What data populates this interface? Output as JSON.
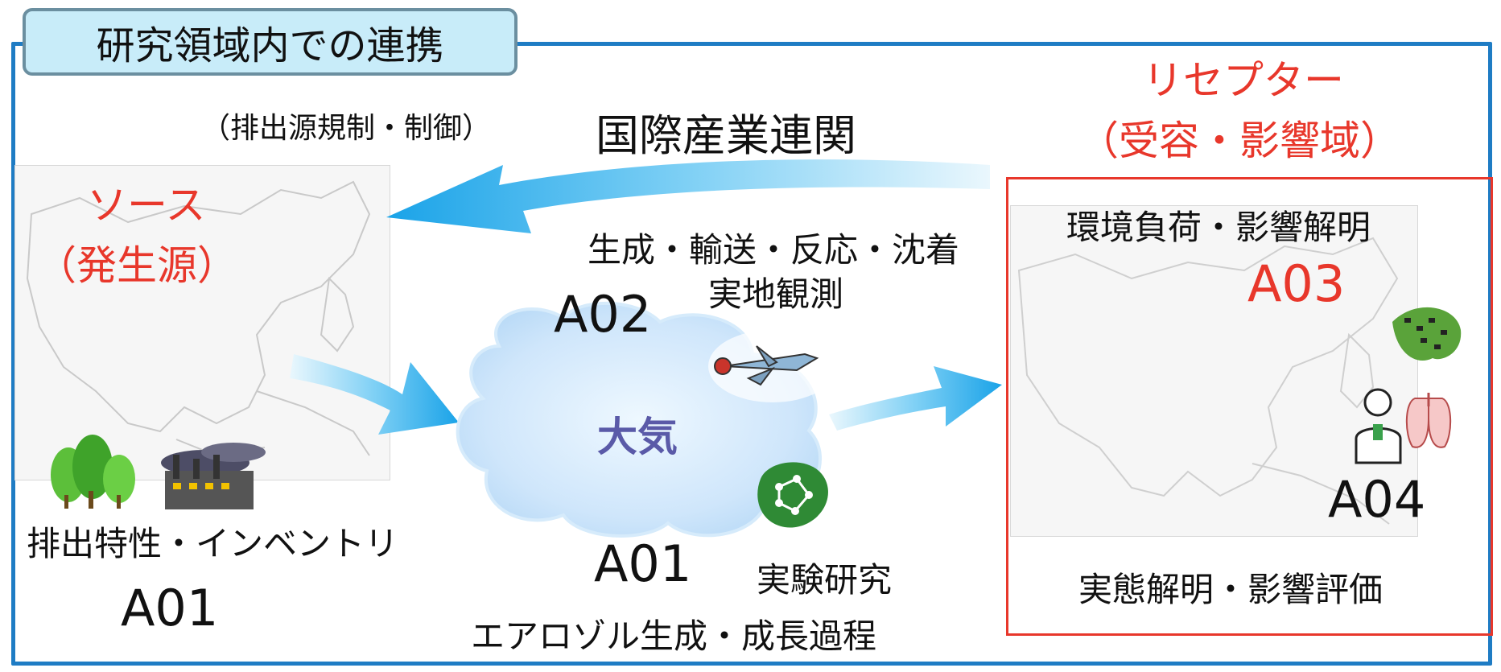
{
  "title": "研究領域内での連携",
  "source": {
    "control_note": "（排出源規制・制御）",
    "heading_line1": "ソース",
    "heading_line2": "（発生源）",
    "subtitle": "排出特性・インベントリ",
    "code": "A01"
  },
  "link": {
    "label": "国際産業連関"
  },
  "atmosphere": {
    "label": "大気",
    "obs_line1": "生成・輸送・反応・沈着",
    "obs_line2": "実地観測",
    "code_top": "A02",
    "code_bottom": "A01",
    "lab_label": "実験研究",
    "process_label": "エアロゾル生成・成長過程"
  },
  "receptor": {
    "heading_line1": "リセプター",
    "heading_line2": "（受容・影響域）",
    "sub_top": "環境負荷・影響解明",
    "code_top": "A03",
    "code_bottom": "A04",
    "sub_bottom": "実態解明・影響評価"
  },
  "icons": [
    "forest-icon",
    "factory-icon",
    "airplane-icon",
    "molecule-icon",
    "leaf-icon",
    "doctor-icon",
    "lungs-icon"
  ],
  "colors": {
    "frame": "#1f7cc4",
    "title_bg": "#c8ecf9",
    "accent_red": "#e8372b",
    "atmosphere_text": "#5a5aa8",
    "arrow": "#2aa9e6"
  }
}
